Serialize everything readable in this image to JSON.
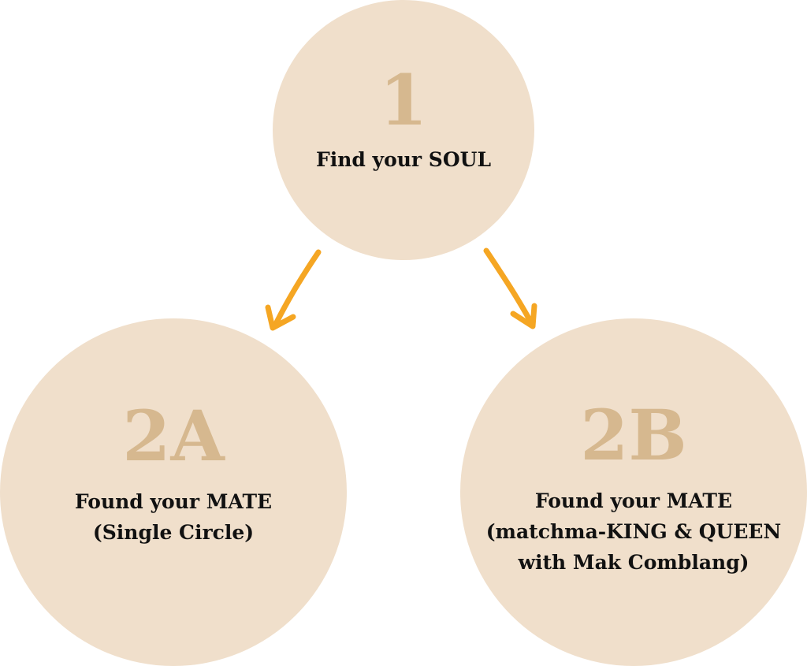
{
  "colors": {
    "circle_fill": "#f0dfcb",
    "number_color": "#d6b88f",
    "label_color": "#111111",
    "arrow_color": "#f5a623"
  },
  "steps": [
    {
      "number": "1",
      "lines": [
        "Find your SOUL"
      ]
    },
    {
      "number": "2A",
      "lines": [
        "Found your MATE",
        "(Single Circle)"
      ]
    },
    {
      "number": "2B",
      "lines": [
        "Found your MATE",
        "(matchma-KING & QUEEN",
        "with Mak Comblang)"
      ]
    }
  ]
}
